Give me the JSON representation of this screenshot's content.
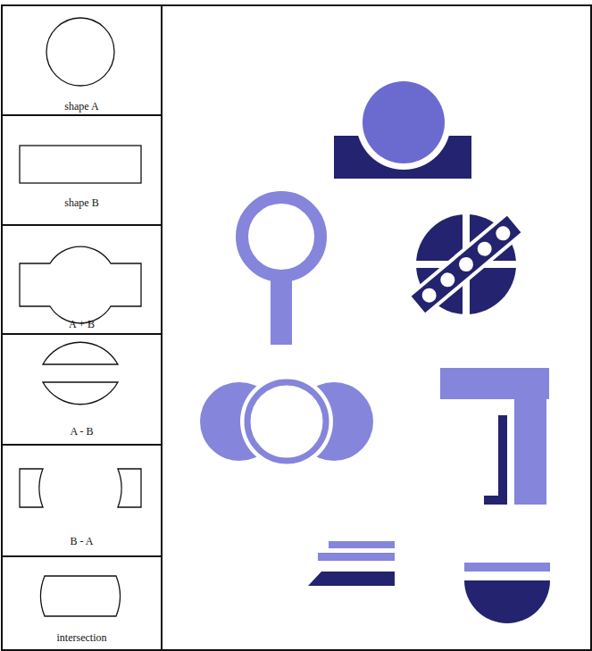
{
  "diagram": {
    "nodes": [
      {
        "text": [
          "shape A"
        ]
      },
      {
        "text": [
          "shape B"
        ]
      },
      {
        "text": [
          "A + B"
        ]
      },
      {
        "text": [
          "A - B"
        ]
      },
      {
        "text": [
          "B - A"
        ]
      },
      {
        "text": [
          "intersection"
        ]
      }
    ]
  }
}
